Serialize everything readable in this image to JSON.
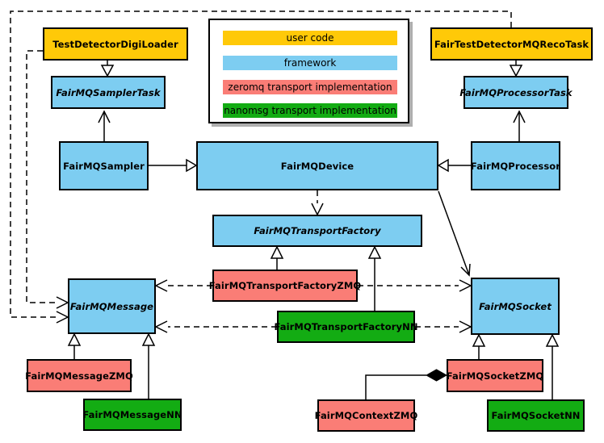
{
  "palette": {
    "user_code": "#FFC908",
    "framework": "#7DCDF1",
    "zeromq": "#FA7D76",
    "nanomsg": "#13AC13",
    "line": "#000000",
    "background": "#FFFFFF"
  },
  "legend": {
    "items": [
      {
        "label": "user code",
        "color": "#FFC908"
      },
      {
        "label": "framework",
        "color": "#7DCDF1"
      },
      {
        "label": "zeromq transport implementation",
        "color": "#FA7D76"
      },
      {
        "label": "nanomsg transport implementation",
        "color": "#13AC13"
      }
    ]
  },
  "nodes": {
    "digiLoader": {
      "label": "TestDetectorDigiLoader",
      "category": "user code"
    },
    "recoTask": {
      "label": "FairTestDetectorMQRecoTask",
      "category": "user code"
    },
    "samplerTask": {
      "label": "FairMQSamplerTask",
      "category": "framework",
      "abstract": true
    },
    "processorTask": {
      "label": "FairMQProcessorTask",
      "category": "framework",
      "abstract": true
    },
    "sampler": {
      "label": "FairMQSampler",
      "category": "framework"
    },
    "device": {
      "label": "FairMQDevice",
      "category": "framework"
    },
    "processor": {
      "label": "FairMQProcessor",
      "category": "framework"
    },
    "transportFactory": {
      "label": "FairMQTransportFactory",
      "category": "framework",
      "abstract": true
    },
    "transportFactoryZMQ": {
      "label": "FairMQTransportFactoryZMQ",
      "category": "zeromq transport implementation"
    },
    "transportFactoryNN": {
      "label": "FairMQTransportFactoryNN",
      "category": "nanomsg transport implementation"
    },
    "message": {
      "label": "FairMQMessage",
      "category": "framework",
      "abstract": true
    },
    "socket": {
      "label": "FairMQSocket",
      "category": "framework",
      "abstract": true
    },
    "messageZMQ": {
      "label": "FairMQMessageZMQ",
      "category": "zeromq transport implementation"
    },
    "messageNN": {
      "label": "FairMQMessageNN",
      "category": "nanomsg transport implementation"
    },
    "socketZMQ": {
      "label": "FairMQSocketZMQ",
      "category": "zeromq transport implementation"
    },
    "socketNN": {
      "label": "FairMQSocketNN",
      "category": "nanomsg transport implementation"
    },
    "contextZMQ": {
      "label": "FairMQContextZMQ",
      "category": "zeromq transport implementation"
    }
  },
  "edges": [
    {
      "from": "TestDetectorDigiLoader",
      "to": "FairMQSamplerTask",
      "type": "generalization",
      "style": "solid"
    },
    {
      "from": "FairTestDetectorMQRecoTask",
      "to": "FairMQProcessorTask",
      "type": "generalization",
      "style": "solid"
    },
    {
      "from": "FairMQSampler",
      "to": "FairMQSamplerTask",
      "type": "association",
      "style": "solid"
    },
    {
      "from": "FairMQProcessor",
      "to": "FairMQProcessorTask",
      "type": "association",
      "style": "solid"
    },
    {
      "from": "FairMQSampler",
      "to": "FairMQDevice",
      "type": "generalization",
      "style": "solid"
    },
    {
      "from": "FairMQProcessor",
      "to": "FairMQDevice",
      "type": "generalization",
      "style": "solid"
    },
    {
      "from": "FairMQDevice",
      "to": "FairMQTransportFactory",
      "type": "dependency",
      "style": "dashed"
    },
    {
      "from": "FairMQDevice",
      "to": "FairMQSocket",
      "type": "association",
      "style": "solid"
    },
    {
      "from": "FairMQTransportFactoryZMQ",
      "to": "FairMQTransportFactory",
      "type": "generalization",
      "style": "solid"
    },
    {
      "from": "FairMQTransportFactoryNN",
      "to": "FairMQTransportFactory",
      "type": "generalization",
      "style": "solid"
    },
    {
      "from": "FairMQTransportFactoryZMQ",
      "to": "FairMQMessage",
      "type": "dependency",
      "style": "dashed"
    },
    {
      "from": "FairMQTransportFactoryZMQ",
      "to": "FairMQSocket",
      "type": "dependency",
      "style": "dashed"
    },
    {
      "from": "FairMQTransportFactoryNN",
      "to": "FairMQMessage",
      "type": "dependency",
      "style": "dashed"
    },
    {
      "from": "FairMQTransportFactoryNN",
      "to": "FairMQSocket",
      "type": "dependency",
      "style": "dashed"
    },
    {
      "from": "TestDetectorDigiLoader",
      "to": "FairMQMessage",
      "type": "dependency",
      "style": "dashed"
    },
    {
      "from": "FairTestDetectorMQRecoTask",
      "to": "FairMQMessage",
      "type": "dependency",
      "style": "dashed"
    },
    {
      "from": "FairMQMessageZMQ",
      "to": "FairMQMessage",
      "type": "generalization",
      "style": "solid"
    },
    {
      "from": "FairMQMessageNN",
      "to": "FairMQMessage",
      "type": "generalization",
      "style": "solid"
    },
    {
      "from": "FairMQSocketZMQ",
      "to": "FairMQSocket",
      "type": "generalization",
      "style": "solid"
    },
    {
      "from": "FairMQSocketNN",
      "to": "FairMQSocket",
      "type": "generalization",
      "style": "solid"
    },
    {
      "from": "FairMQContextZMQ",
      "to": "FairMQSocketZMQ",
      "type": "composition",
      "style": "solid"
    }
  ]
}
